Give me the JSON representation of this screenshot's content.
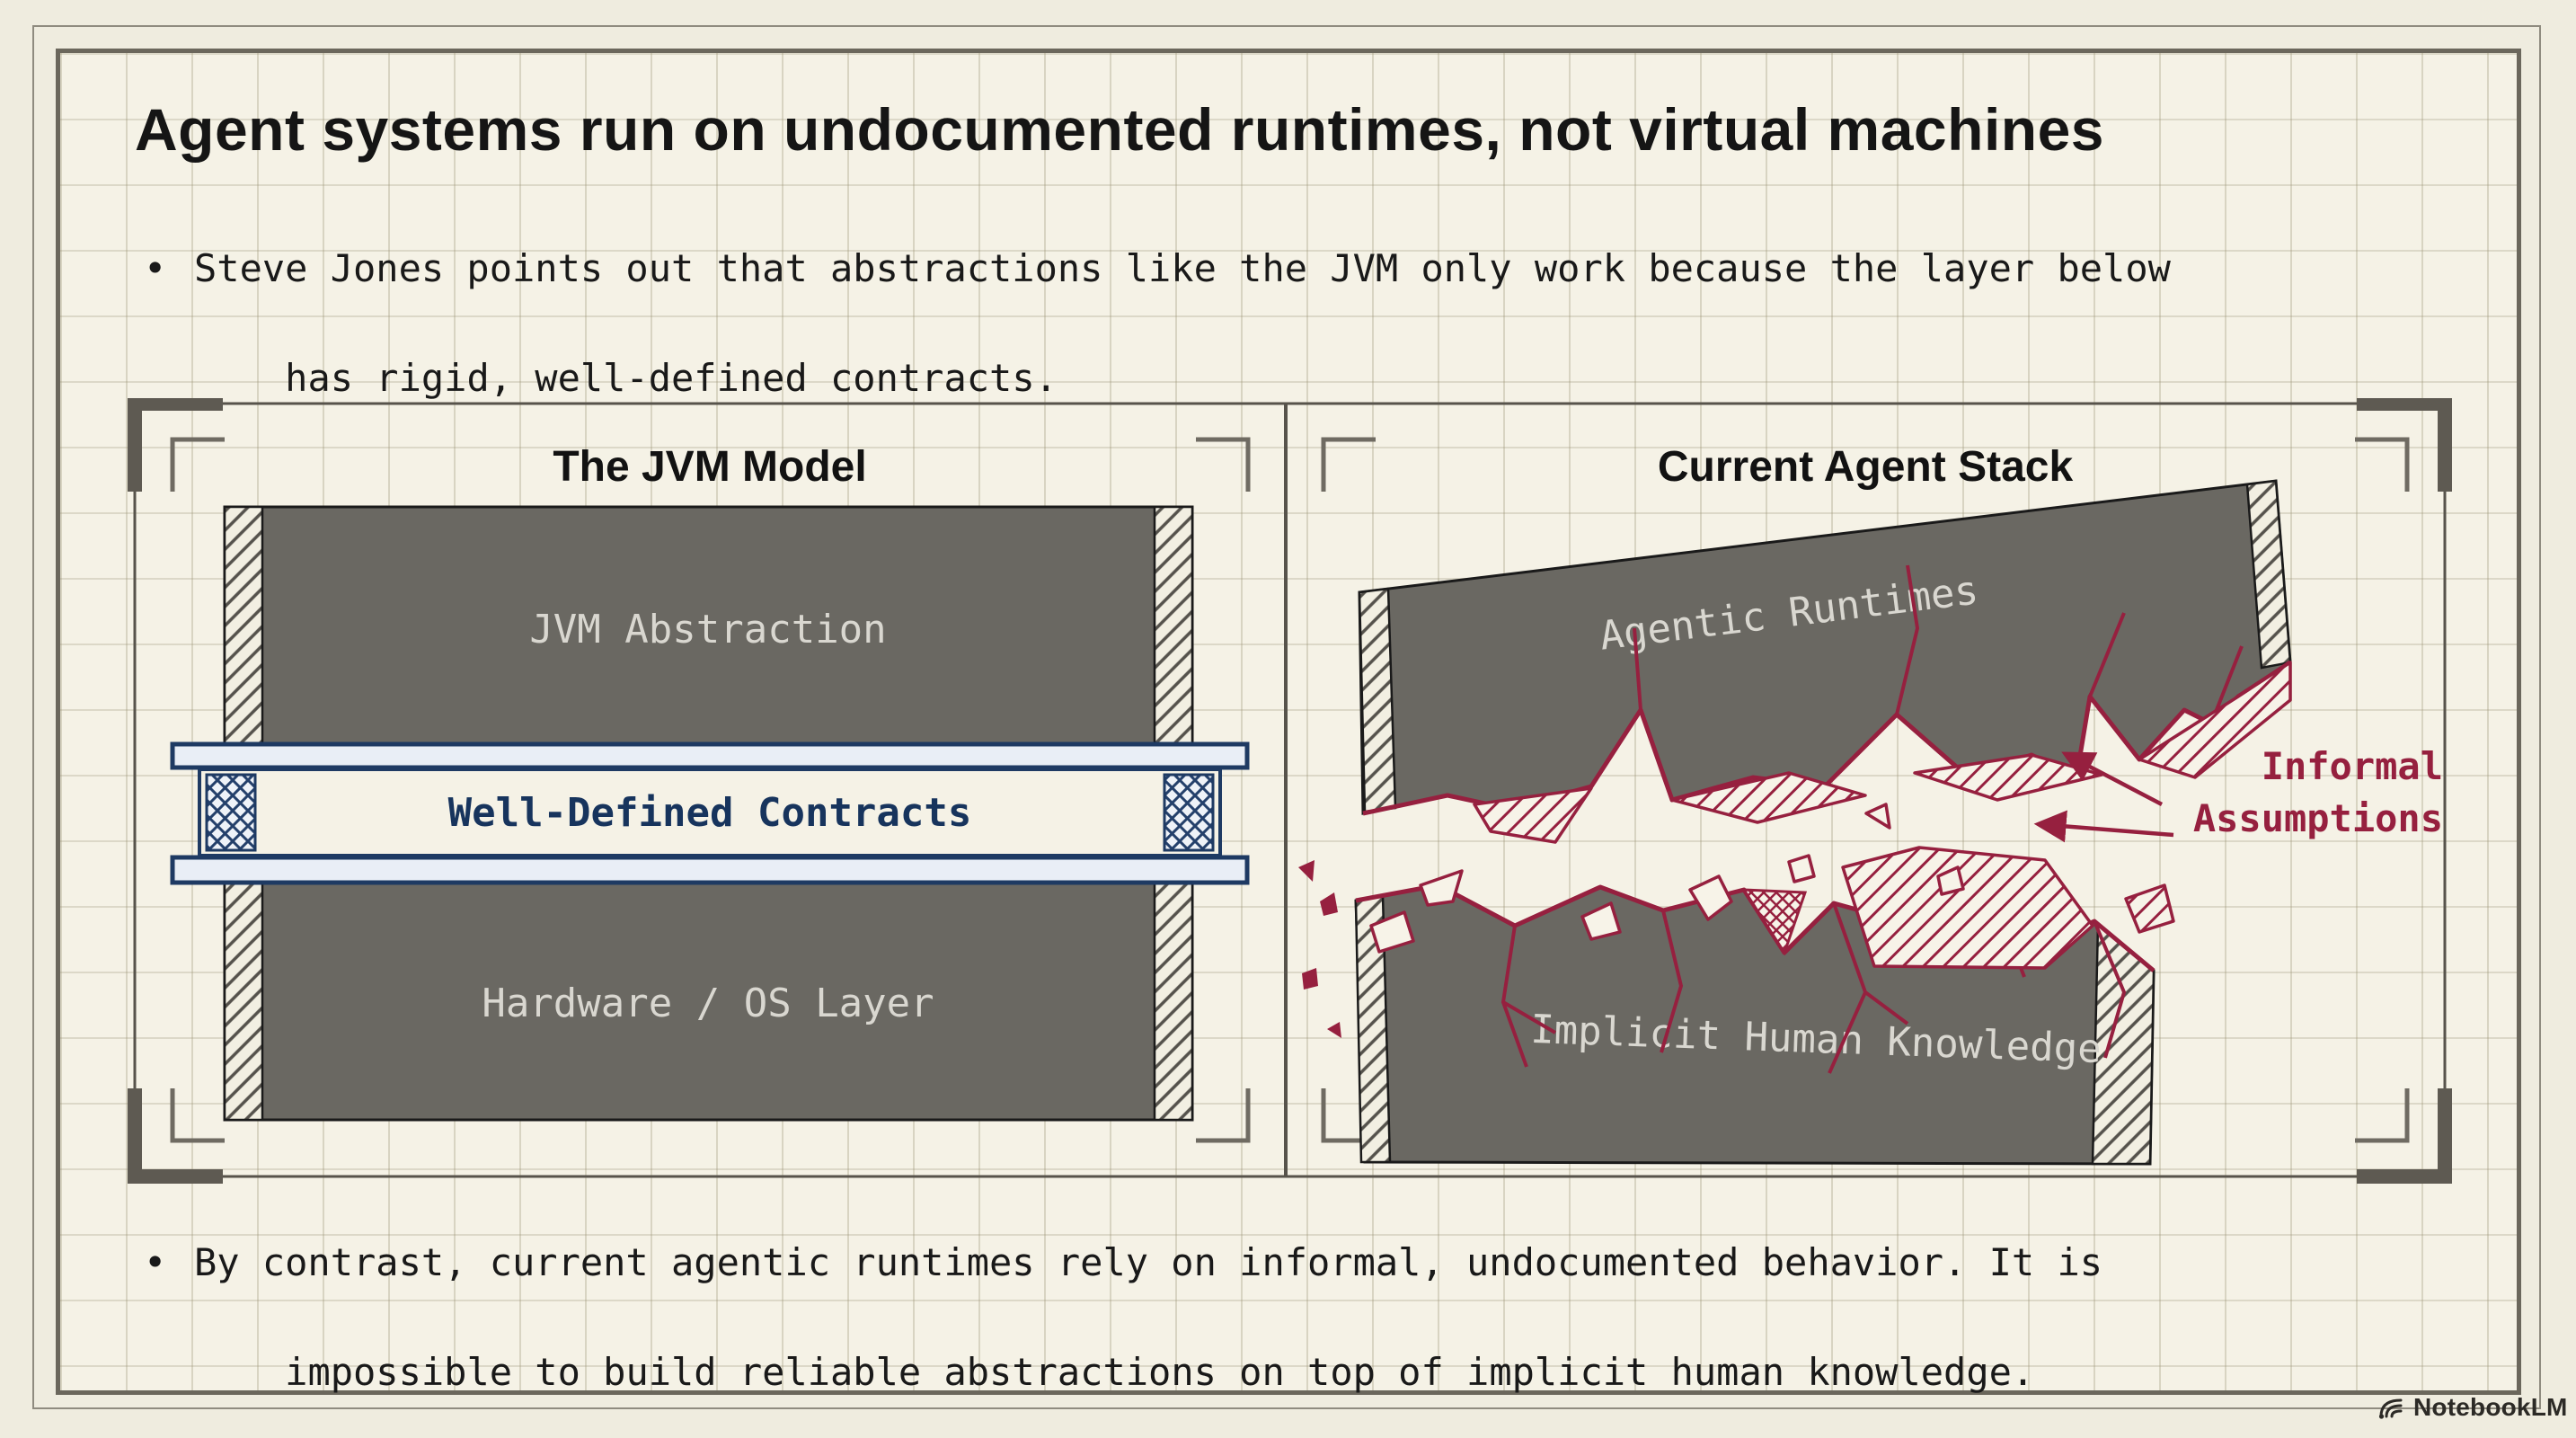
{
  "slide": {
    "title": "Agent systems run on undocumented runtimes, not virtual machines",
    "bullets": [
      {
        "marker": "•",
        "line1": "Steve Jones points out that abstractions like the JVM only work because the layer below",
        "line2": "has rigid, well-defined contracts."
      },
      {
        "marker": "•",
        "line1": "By contrast, current agentic runtimes rely on informal, undocumented behavior. It is",
        "line2": "impossible to build reliable abstractions on top of implicit human knowledge."
      }
    ],
    "panels": {
      "left": {
        "title": "The JVM Model",
        "layer_top": "JVM Abstraction",
        "layer_middle": "Well-Defined Contracts",
        "layer_bottom": "Hardware / OS Layer"
      },
      "right": {
        "title": "Current Agent Stack",
        "layer_top": "Agentic Runtimes",
        "layer_bottom": "Implicit Human Knowledge",
        "note_line1": "Informal",
        "note_line2": "Assumptions"
      }
    },
    "footer": {
      "brand": "NotebookLM"
    },
    "colors": {
      "crimson": "#96203f",
      "navy": "#1e3a63",
      "slab_gray": "#6a6862",
      "paper": "#f5f2e6",
      "frame": "#6b675c"
    }
  }
}
